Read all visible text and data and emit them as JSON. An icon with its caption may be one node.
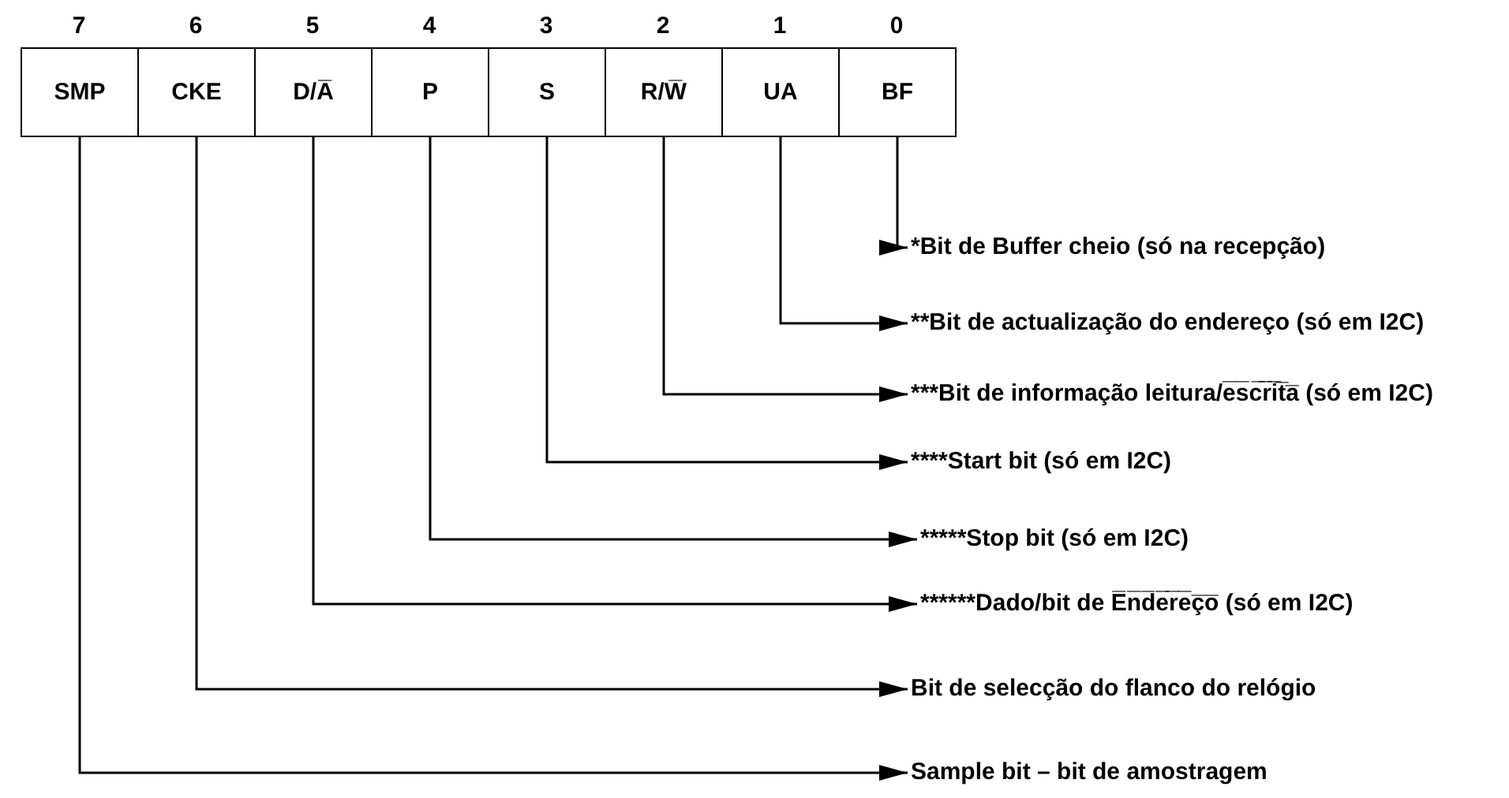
{
  "diagram": {
    "nodes": [
      {
        "text": [
          "SMP"
        ]
      },
      {
        "text": [
          "CKE"
        ]
      },
      {
        "text": [
          "D/A̅"
        ]
      },
      {
        "text": [
          "P"
        ]
      },
      {
        "text": [
          "S"
        ]
      },
      {
        "text": [
          "R/W̅"
        ]
      },
      {
        "text": [
          "UA"
        ]
      },
      {
        "text": [
          "BF"
        ]
      },
      {
        "text": [
          "*Bit de Buffer cheio (só na recepção)"
        ]
      },
      {
        "text": [
          "**Bit de actualização do endereço (só em I2C)"
        ]
      },
      {
        "text": [
          "***Bit de informação leitura/e̅s̅c̅r̅i̅t̅a̅ (só em I2C)"
        ]
      },
      {
        "text": [
          "****Start bit (só em I2C)"
        ]
      },
      {
        "text": [
          "*****Stop bit (só em I2C)"
        ]
      },
      {
        "text": [
          "******Dado/bit de E̅n̅d̅e̅r̅e̅ç̅o̅ (só em I2C)"
        ]
      },
      {
        "text": [
          "Bit de selecção do flanco do relógio"
        ]
      },
      {
        "text": [
          "Sample bit – bit de amostragem"
        ]
      }
    ],
    "edges": [
      {
        "from": 7,
        "to": 8,
        "arrow": "to"
      },
      {
        "from": 6,
        "to": 9,
        "arrow": "to"
      },
      {
        "from": 5,
        "to": 10,
        "arrow": "to"
      },
      {
        "from": 4,
        "to": 11,
        "arrow": "to"
      },
      {
        "from": 3,
        "to": 12,
        "arrow": "to"
      },
      {
        "from": 2,
        "to": 13,
        "arrow": "to"
      },
      {
        "from": 1,
        "to": 14,
        "arrow": "to"
      },
      {
        "from": 0,
        "to": 15,
        "arrow": "to"
      }
    ],
    "labels": [
      "7",
      "6",
      "5",
      "4",
      "3",
      "2",
      "1",
      "0"
    ]
  }
}
